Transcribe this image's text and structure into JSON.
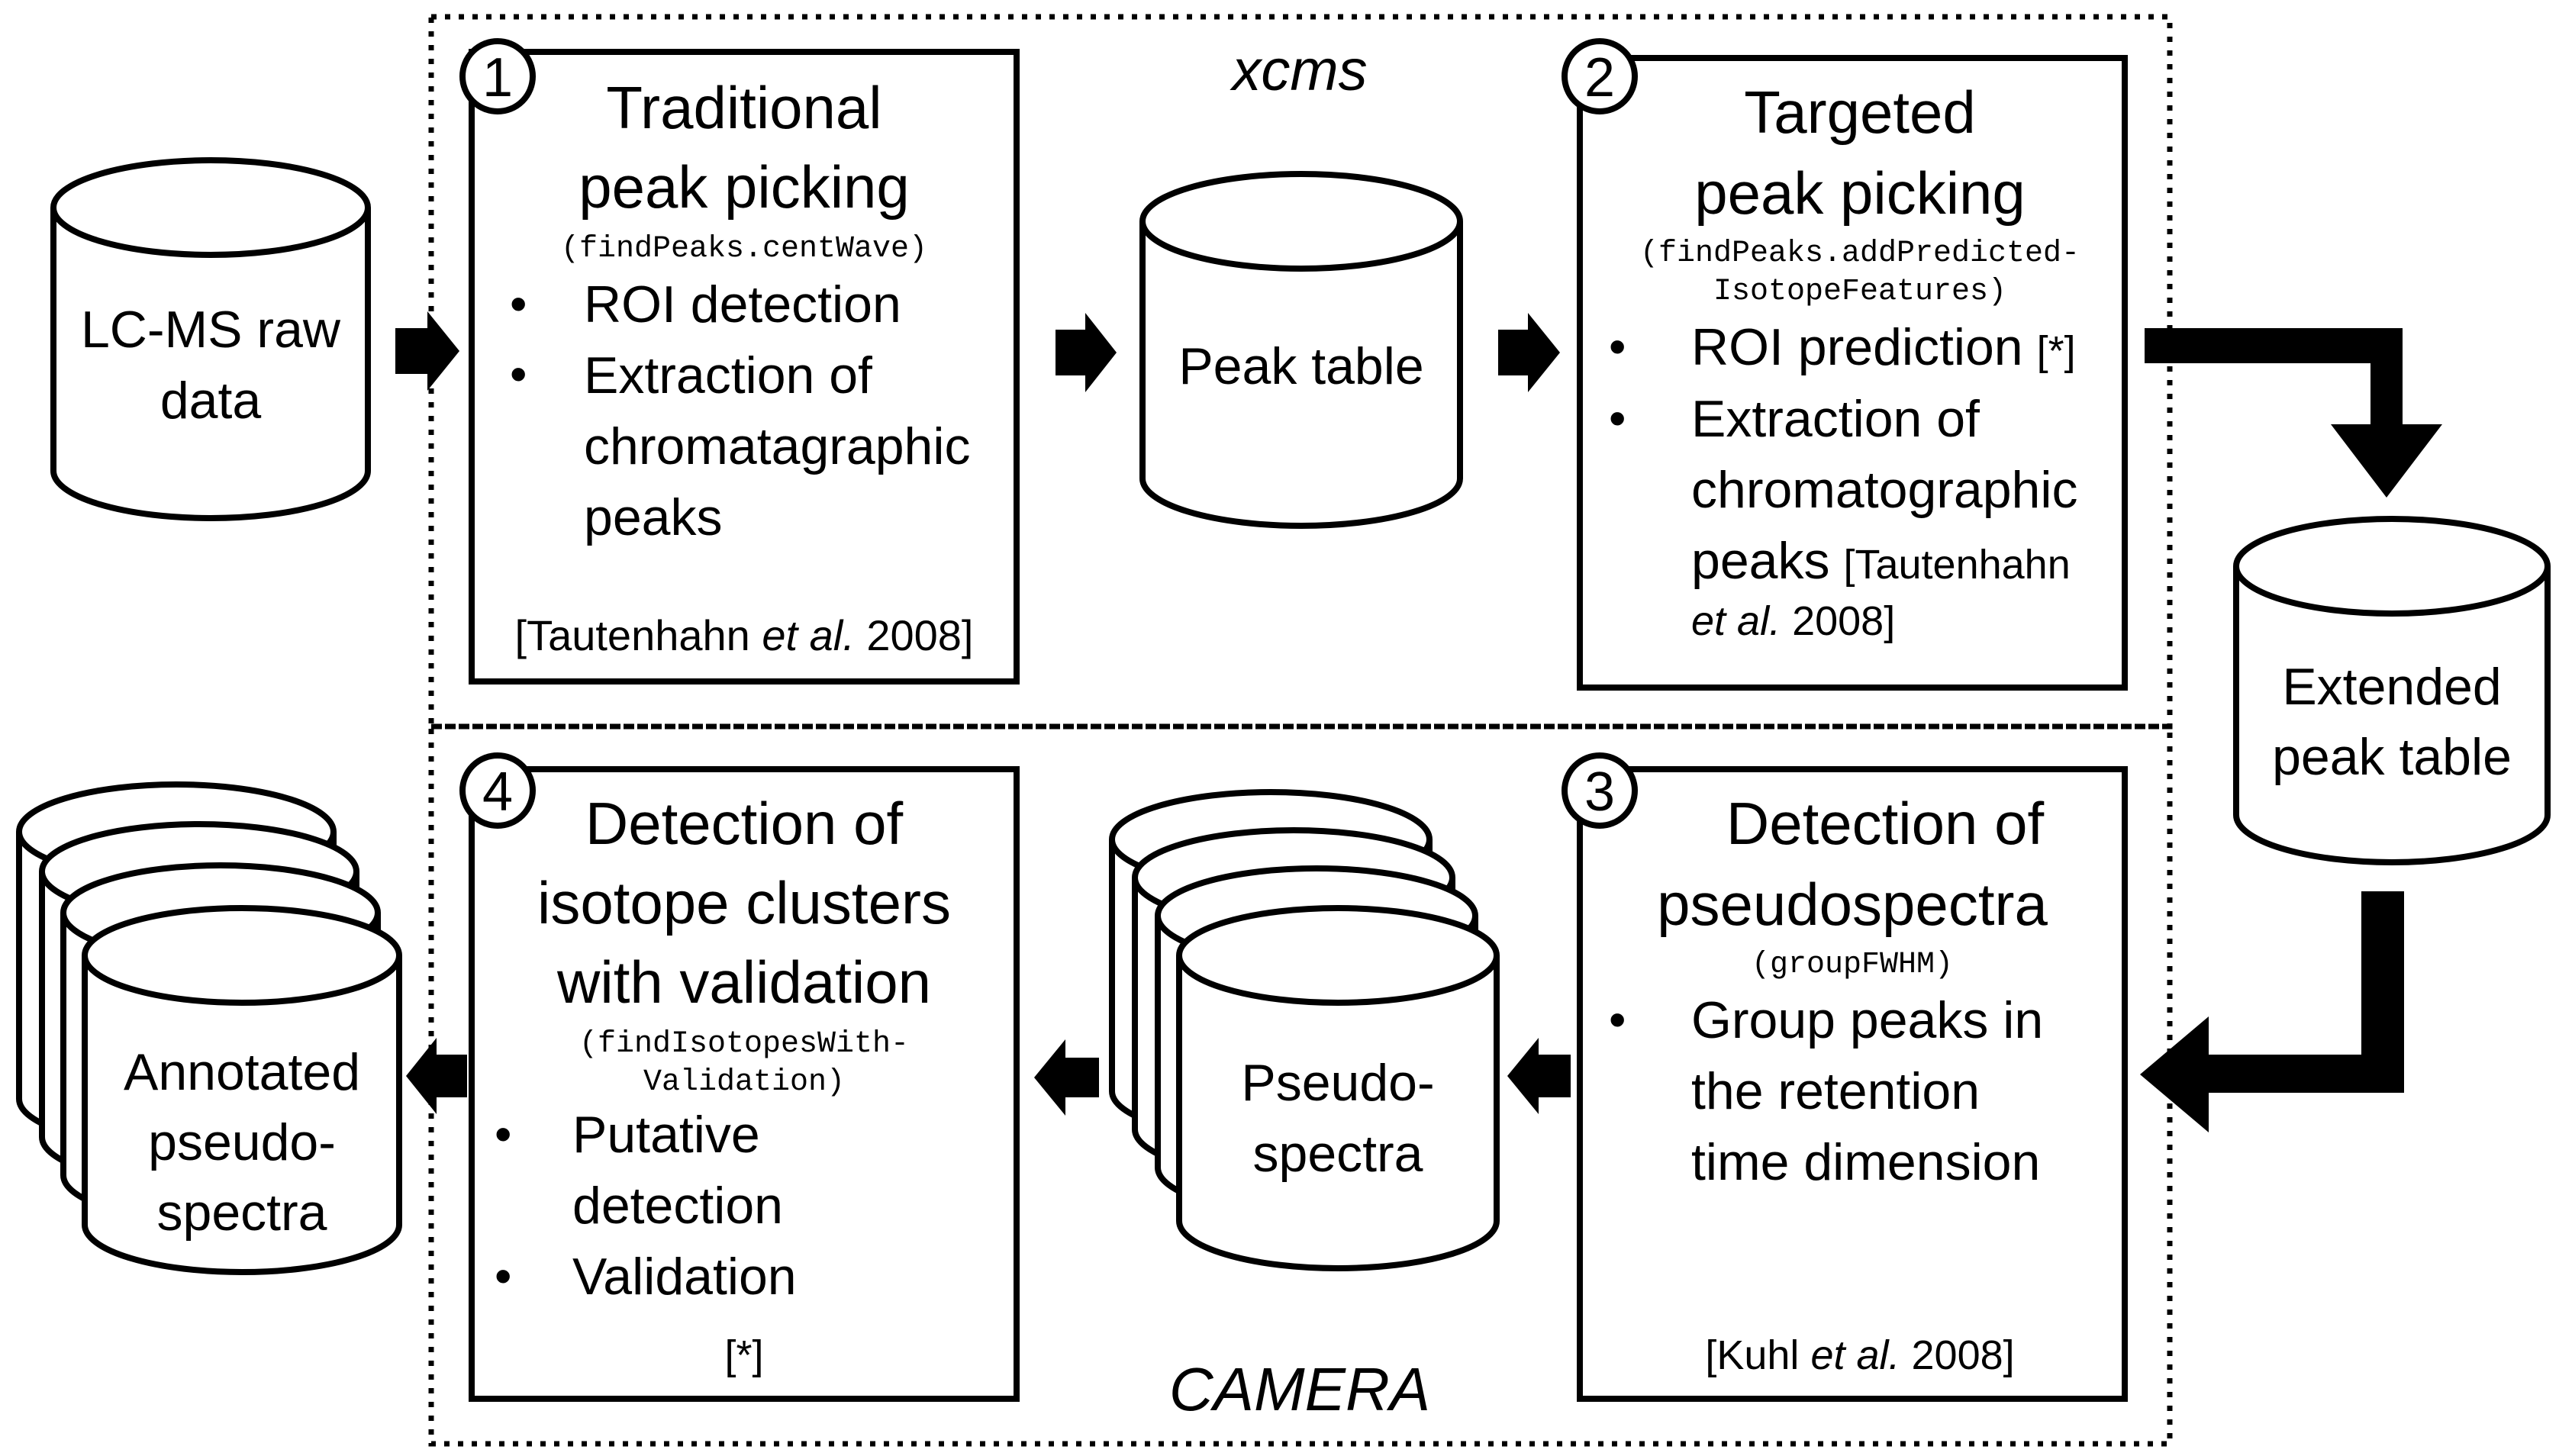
{
  "regions": {
    "xcms_label": "xcms",
    "camera_label": "CAMERA"
  },
  "databases": {
    "raw": [
      "LC-MS raw",
      "data"
    ],
    "peak_table": [
      "Peak table"
    ],
    "extended": [
      "Extended",
      "peak table"
    ],
    "pseudospectra": [
      "Pseudo-",
      "spectra"
    ],
    "annotated": [
      "Annotated",
      "pseudo-",
      "spectra"
    ]
  },
  "steps": [
    {
      "number": "1",
      "title": [
        "Traditional",
        "peak picking"
      ],
      "function": [
        "(findPeaks.centWave)"
      ],
      "bullets": [
        [
          "ROI detection"
        ],
        [
          "Extraction of",
          "chromatagraphic",
          "peaks"
        ]
      ],
      "citation": {
        "pre": "[Tautenhahn ",
        "ital": "et al.",
        "post": " 2008]"
      }
    },
    {
      "number": "2",
      "title": [
        "Targeted",
        "peak picking"
      ],
      "function": [
        "(findPeaks.addPredicted-",
        "IsotopeFeatures)"
      ],
      "bullet1": "ROI prediction",
      "bullet1_ref": "[*]",
      "bullet2": [
        "Extraction of",
        "chromatographic",
        "peaks"
      ],
      "bullet2_ref": "[Tautenhahn",
      "citation2": {
        "ital": "et al.",
        "post": " 2008]"
      }
    },
    {
      "number": "3",
      "title": [
        "Detection of",
        "pseudospectra"
      ],
      "function": [
        "(groupFWHM)"
      ],
      "bullets": [
        [
          "Group peaks in",
          "the retention",
          "time dimension"
        ]
      ],
      "citation": {
        "pre": "[Kuhl ",
        "ital": "et al.",
        "post": " 2008]"
      }
    },
    {
      "number": "4",
      "title": [
        "Detection of",
        "isotope clusters",
        "with validation"
      ],
      "function": [
        "(findIsotopesWith-",
        "Validation)"
      ],
      "bullets": [
        [
          "Putative",
          "detection"
        ],
        [
          "Validation"
        ]
      ],
      "citation": {
        "pre": "[*]",
        "ital": "",
        "post": ""
      }
    }
  ],
  "bullet_glyph": "•"
}
